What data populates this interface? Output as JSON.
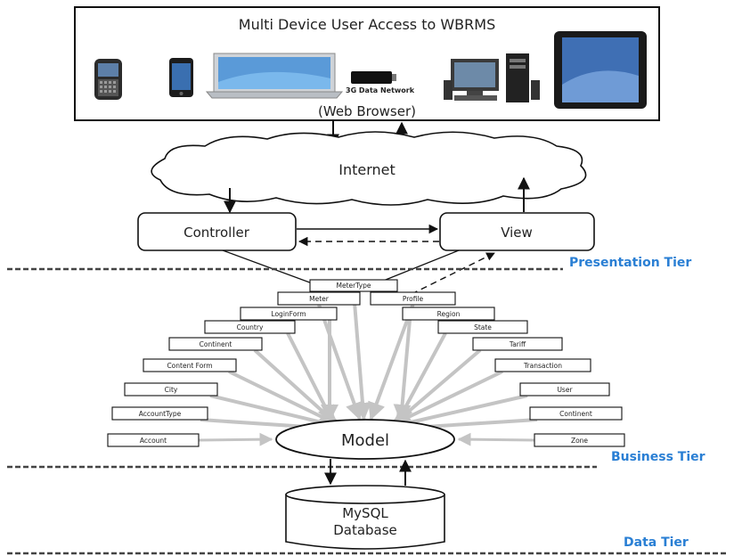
{
  "devices_panel": {
    "title": "Multi Device User Access to WBRMS",
    "network_label": "3G Data Network",
    "browser_label": "(Web Browser)"
  },
  "internet_label": "Internet",
  "controller_label": "Controller",
  "view_label": "View",
  "model_label": "Model",
  "database_label_line1": "MySQL",
  "database_label_line2": "Database",
  "tiers": {
    "presentation": "Presentation Tier",
    "business": "Business Tier",
    "data": "Data Tier"
  },
  "entities_top": [
    "MeterType",
    "Meter",
    "Profile"
  ],
  "entities_left": [
    "LoginForm",
    "Country",
    "Continent",
    "Content Form",
    "City",
    "AccountType",
    "Account"
  ],
  "entities_right": [
    "Region",
    "State",
    "Tariff",
    "Transaction",
    "User",
    "Continent",
    "Zone"
  ],
  "colors": {
    "tier_label": "#2a7fd4",
    "arrow_gray": "#c4c4c4"
  }
}
